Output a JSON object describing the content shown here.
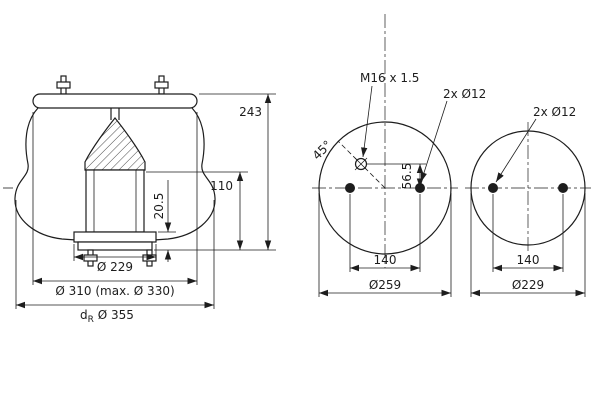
{
  "colors": {
    "line": "#1d1d1d",
    "background": "#ffffff"
  },
  "side_view": {
    "dim_total_height": "243",
    "dim_lower_height": "110",
    "dim_plate_thickness": "20.5",
    "dim_bottom_plate_dia": "Ø 229",
    "dim_top_plate_dia": "Ø 310 (max. Ø 330)",
    "rolling_dia_prefix": "d",
    "rolling_dia_sub": "R",
    "rolling_dia_value": " Ø 355"
  },
  "top_view_large": {
    "thread_label": "M16 x 1.5",
    "holes_label": "2x Ø12",
    "angle_label": "45°",
    "dim_thread_offset": "56.5",
    "dim_hole_spacing": "140",
    "dim_outer_dia": "Ø259"
  },
  "top_view_small": {
    "holes_label": "2x Ø12",
    "dim_hole_spacing": "140",
    "dim_outer_dia": "Ø229"
  }
}
